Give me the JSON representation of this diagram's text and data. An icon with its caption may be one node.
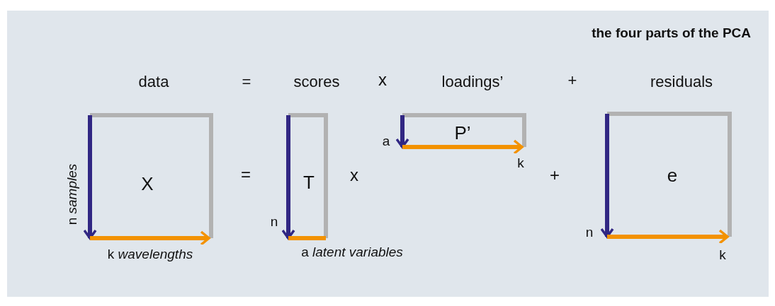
{
  "diagram": {
    "title": "the four parts of the PCA",
    "nodes": [
      {
        "text": [
          "X"
        ],
        "beside": [
          "n *samples*",
          "k *wavelengths*"
        ]
      },
      {
        "text": [
          "T"
        ],
        "beside": [
          "n",
          "a *latent variables*"
        ]
      },
      {
        "text": [
          "P’"
        ],
        "beside": [
          "a",
          "k"
        ]
      },
      {
        "text": [
          "e"
        ],
        "beside": [
          "n",
          "k"
        ]
      }
    ],
    "labels": [
      "data",
      "=",
      "scores",
      "x",
      "loadings’",
      "+",
      "residuals",
      "=",
      "x",
      "+"
    ]
  }
}
